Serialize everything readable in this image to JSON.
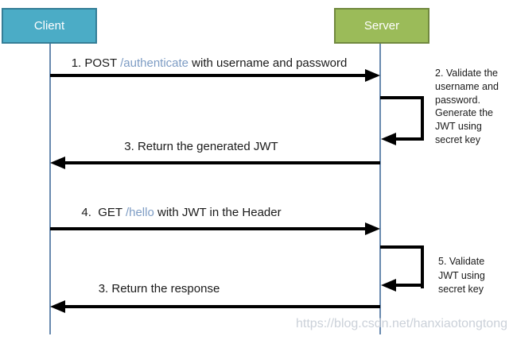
{
  "diagram": {
    "actors": [
      {
        "label": "Client",
        "fill": "#4BACC6",
        "border": "#357E97"
      },
      {
        "label": "Server",
        "fill": "#9BBB59",
        "border": "#71893F"
      }
    ],
    "messages": [
      {
        "prefix": "1. POST ",
        "link": "/authenticate",
        "suffix": " with username and password",
        "from": "Client",
        "to": "Server"
      },
      {
        "label": "3. Return the generated JWT",
        "from": "Server",
        "to": "Client"
      },
      {
        "prefix": "4.  GET ",
        "link": "/hello",
        "suffix": " with JWT in the Header",
        "from": "Client",
        "to": "Server"
      },
      {
        "label": "3. Return the response",
        "from": "Server",
        "to": "Client"
      }
    ],
    "self_messages": [
      {
        "label": "2. Validate the\nusername and\npassword.\nGenerate the\nJWT using\nsecret key",
        "actor": "Server"
      },
      {
        "label": "5. Validate\nJWT using\nsecret key",
        "actor": "Server"
      }
    ],
    "colors": {
      "client_fill": "#4BACC6",
      "server_fill": "#9BBB59",
      "lifeline": "#6889AE",
      "arrow": "#000000",
      "endpoint_link": "#7D9CC4",
      "text": "#1A1A1A",
      "watermark": "#CBD1D9"
    }
  },
  "watermark": "https://blog.csdn.net/hanxiaotongtong"
}
